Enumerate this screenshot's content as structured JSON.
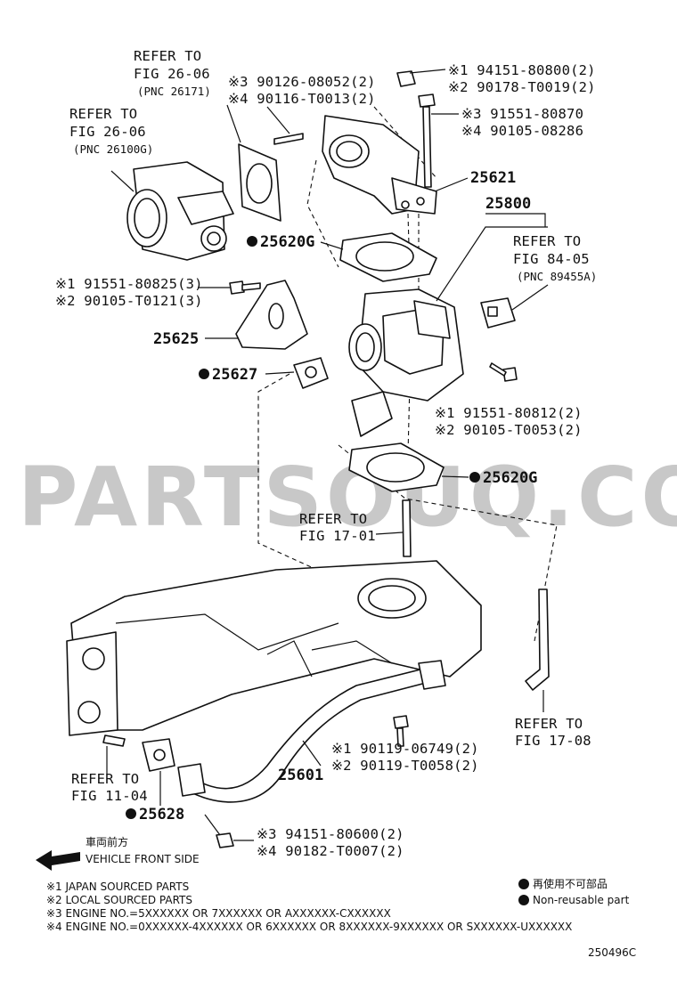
{
  "diagram": {
    "refs": {
      "throttle_body": {
        "line1": "REFER TO",
        "line2": "FIG 26-06",
        "line3": "(PNC 26100G)"
      },
      "gasket_top": {
        "line1": "REFER TO",
        "line2": "FIG 26-06",
        "line3": "(PNC 26171)"
      },
      "sensor": {
        "line1": "REFER TO",
        "line2": "FIG 84-05",
        "line3": "(PNC 89455A)"
      },
      "stud_mid": {
        "line1": "REFER TO",
        "line2": "FIG 17-01"
      },
      "hose_right": {
        "line1": "REFER TO",
        "line2": "FIG 17-08"
      },
      "stud_left": {
        "line1": "REFER TO",
        "line2": "FIG 11-04"
      }
    },
    "part_numbers": {
      "p25621": "25621",
      "p25800": "25800",
      "p25620g_a": "25620G",
      "p25620g_b": "25620G",
      "p25625": "25625",
      "p25627": "25627",
      "p25601": "25601",
      "p25628": "25628"
    },
    "fasteners": {
      "stud_top_a": "※3 90126-08052(2)",
      "stud_top_b": "※4 90116-T0013(2)",
      "nut_top_a": "※1 94151-80800(2)",
      "nut_top_b": "※2 90178-T0019(2)",
      "bolt_top_a": "※3 91551-80870",
      "bolt_top_b": "※4 90105-08286",
      "bolt_left_a": "※1 91551-80825(3)",
      "bolt_left_b": "※2 90105-T0121(3)",
      "bolt_right_a": "※1 91551-80812(2)",
      "bolt_right_b": "※2 90105-T0053(2)",
      "bolt_pipe_a": "※1 90119-06749(2)",
      "bolt_pipe_b": "※2 90119-T0058(2)",
      "nut_bottom_a": "※3 94151-80600(2)",
      "nut_bottom_b": "※4 90182-T0007(2)"
    },
    "watermark": "PARTSOUQ.COM",
    "direction": {
      "jp": "車両前方",
      "en": "VEHICLE FRONT SIDE"
    },
    "legend_right": {
      "jp": "再使用不可部品",
      "en": "Non-reusable part"
    },
    "notes": [
      "※1 JAPAN SOURCED PARTS",
      "※2 LOCAL SOURCED PARTS",
      "※3 ENGINE NO.=5XXXXXX OR 7XXXXXX OR AXXXXXX-CXXXXXX",
      "※4 ENGINE NO.=0XXXXXX-4XXXXXX OR 6XXXXXX OR 8XXXXXX-9XXXXXX OR SXXXXXX-UXXXXXX"
    ],
    "figure_id": "250496C"
  }
}
